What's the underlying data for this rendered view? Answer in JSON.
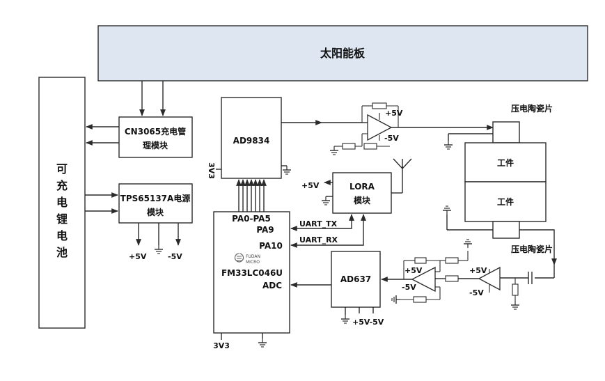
{
  "solar_panel": "太阳能板",
  "battery": [
    "可",
    "充",
    "电",
    "锂",
    "电",
    "池"
  ],
  "cn3065": [
    "CN3065充电管",
    "理模块"
  ],
  "tps": [
    "TPS65137A电源",
    "模块"
  ],
  "ad9834": "AD9834",
  "mcu": {
    "pins": {
      "pa0_pa5": "PA0-PA5",
      "pa9": "PA9",
      "pa10": "PA10",
      "adc": "ADC"
    },
    "logo_line1": "FUDAN",
    "logo_line2": "MICRO",
    "name": "FM33LC046U"
  },
  "lora": [
    "LORA",
    "模块"
  ],
  "ad637": "AD637",
  "uart_tx": "UART_TX",
  "uart_rx": "UART_RX",
  "piezo_top": "压电陶瓷片",
  "piezo_bottom": "压电陶瓷片",
  "workpiece": "工件",
  "rails": {
    "p5v": "+5V",
    "n5v": "-5V",
    "v33": "3V3",
    "p5v_n5v": "+5V-5V"
  }
}
